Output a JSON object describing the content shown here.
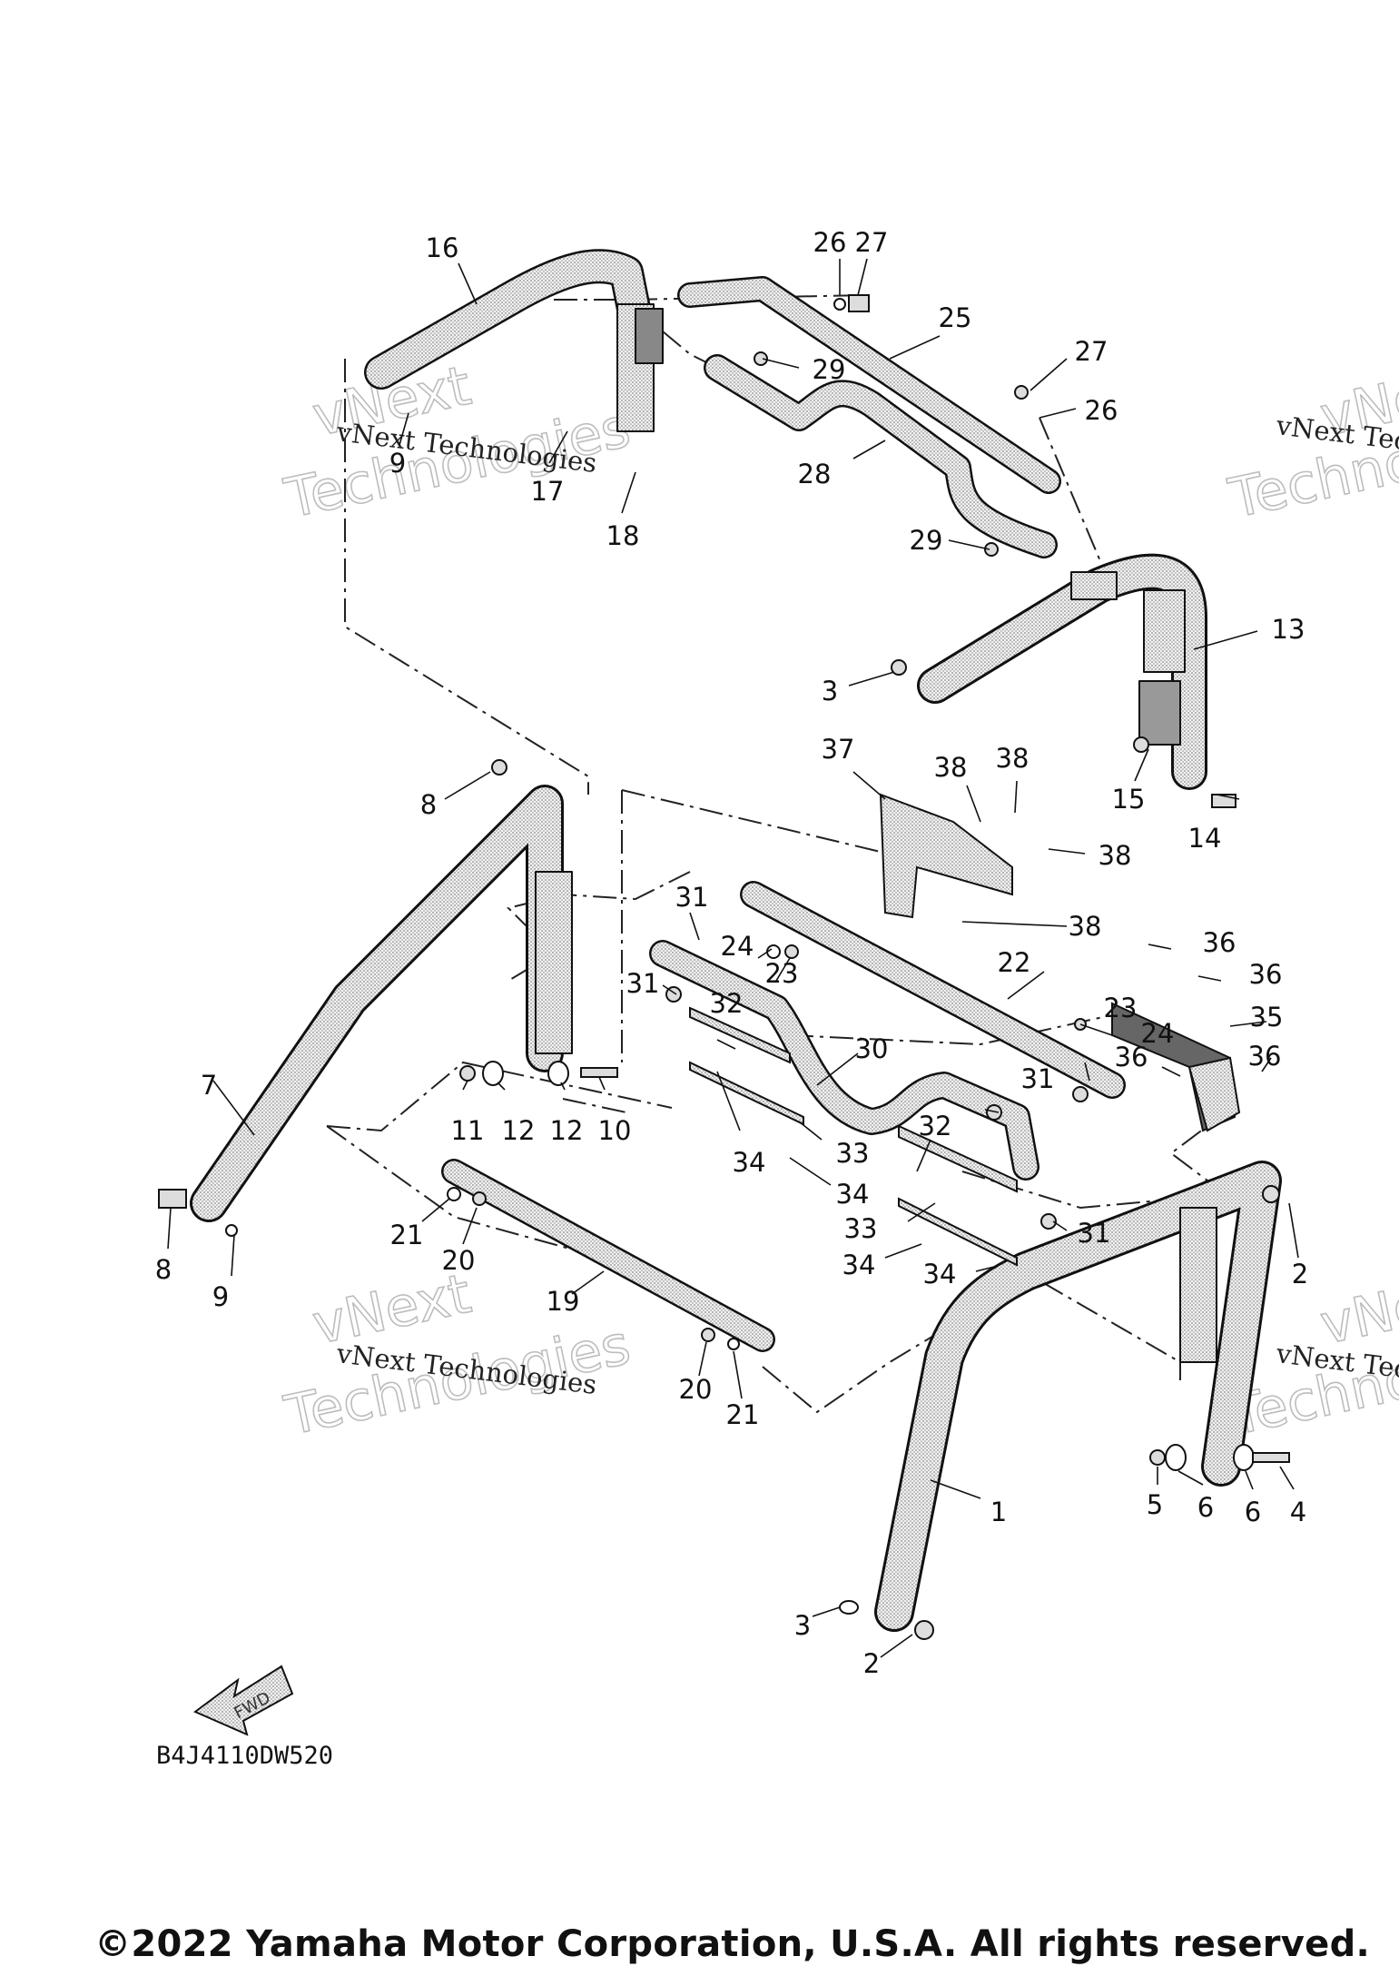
{
  "diagram_code": "B4J4110DW520",
  "fwd_label": "FWD",
  "copyright": "©2022 Yamaha Motor Corporation, U.S.A. All rights reserved.",
  "watermark": {
    "line1": "vNext Technologies",
    "big1": "vNext",
    "big2": "Technologies"
  },
  "callouts": [
    "16",
    "26",
    "27",
    "25",
    "29",
    "27",
    "26",
    "9",
    "17",
    "18",
    "28",
    "29",
    "13",
    "3",
    "37",
    "38",
    "38",
    "8",
    "38",
    "15",
    "14",
    "31",
    "24",
    "23",
    "38",
    "22",
    "36",
    "31",
    "23",
    "24",
    "36",
    "32",
    "36",
    "35",
    "30",
    "31",
    "36",
    "11",
    "12",
    "12",
    "10",
    "7",
    "32",
    "34",
    "33",
    "34",
    "33",
    "8",
    "21",
    "20",
    "9",
    "19",
    "31",
    "34",
    "34",
    "2",
    "20",
    "21",
    "1",
    "5",
    "6",
    "6",
    "4",
    "3",
    "2"
  ]
}
